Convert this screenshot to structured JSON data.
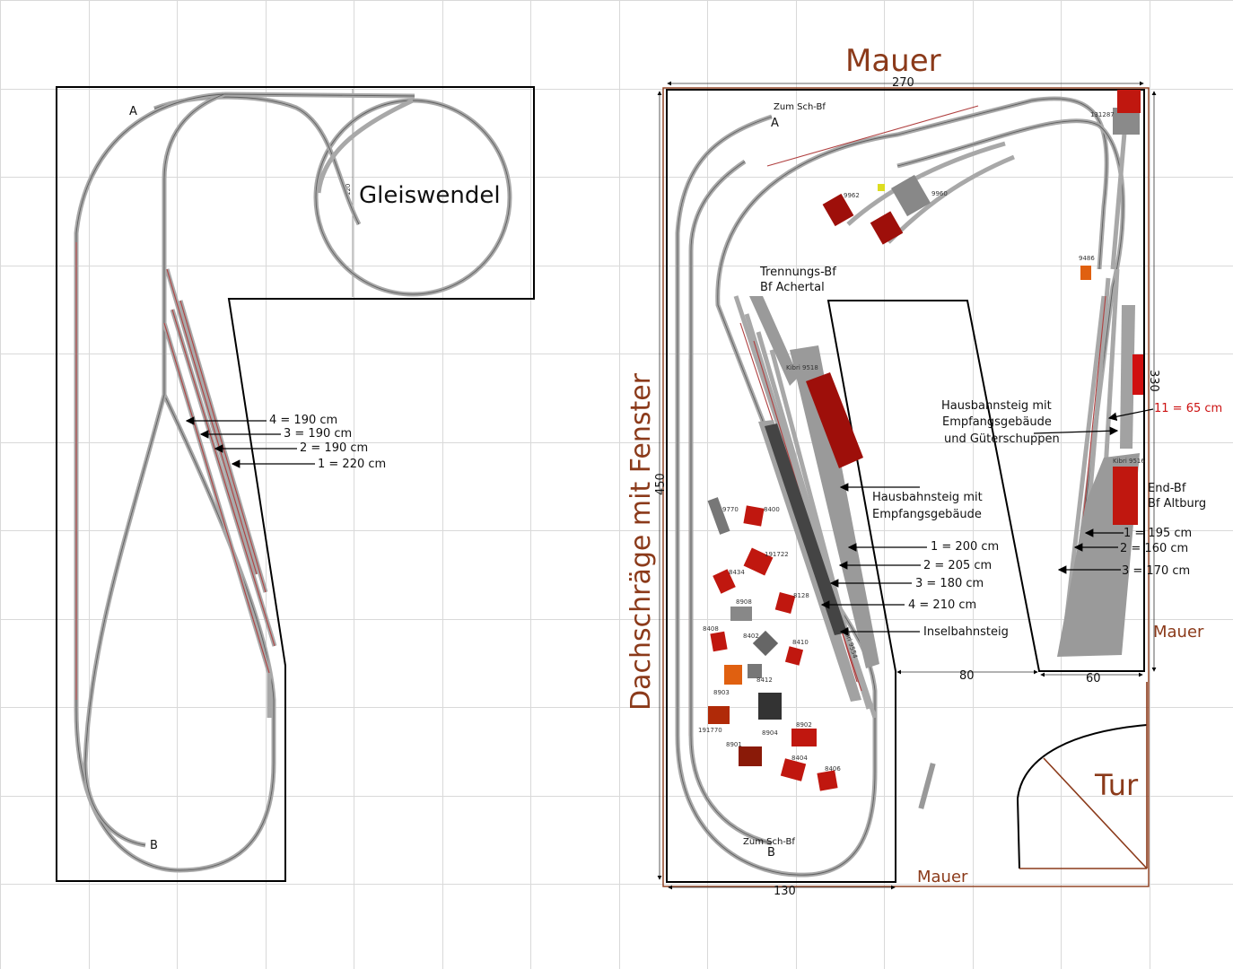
{
  "left_plan": {
    "label_a": "A",
    "label_b": "B",
    "helix_title": "Gleiswendel",
    "helix_dimension": "120",
    "track_lengths": [
      "4 = 190 cm",
      "3 = 190 cm",
      "2 = 190 cm",
      "1 = 220 cm"
    ]
  },
  "right_plan": {
    "wall_top": "Mauer",
    "wall_right": "Mauer",
    "wall_bottom": "Mauer",
    "sloped_ceiling": "Dachschräge mit Fenster",
    "door": "Tur",
    "dim_width_top": "270",
    "dim_height_left": "450",
    "dim_height_right": "330",
    "dim_bottom": "130",
    "dim_gap": "80",
    "dim_right_leg": "60",
    "to_shadow_station_a": "Zum Sch-Bf",
    "label_a": "A",
    "to_shadow_station_b": "Zum Sch-Bf",
    "label_b": "B",
    "junction_station": [
      "Trennungs-Bf",
      "Bf Achertal"
    ],
    "house_platform_1": [
      "Hausbahnsteig mit",
      "Empfangsgebäude"
    ],
    "junction_tracks": [
      "1 = 200 cm",
      "2 = 205 cm",
      "3 = 180 cm",
      "4 = 210 cm"
    ],
    "island_platform": "Inselbahnsteig",
    "house_platform_2": [
      "Hausbahnsteig mit",
      "Empfangsgebäude",
      "und Güterschuppen"
    ],
    "track_11": "11 = 65 cm",
    "end_station": [
      "End-Bf",
      "Bf Altburg"
    ],
    "end_tracks": [
      "1 = 195 cm",
      "2 = 160 cm",
      "3 = 170 cm"
    ],
    "kibri_left": "Kibri 9518",
    "kibri_right": "Kibri 9516",
    "kibri_platform": "Kibri 9554",
    "item_numbers": [
      "131287",
      "9962",
      "9960",
      "9486",
      "9770",
      "8400",
      "191722",
      "8434",
      "8128",
      "8908",
      "8408",
      "8402",
      "8410",
      "8412",
      "8903",
      "191770",
      "8904",
      "8902",
      "8901",
      "8404",
      "8406"
    ]
  },
  "colors": {
    "wall_brown": "#8b3a1a",
    "building_red": "#c0170f",
    "track_grey": "#a8a8a8",
    "platform_grey": "#9a9a9a",
    "grid": "#d9d9d9",
    "track_11_red": "#cc1111"
  }
}
